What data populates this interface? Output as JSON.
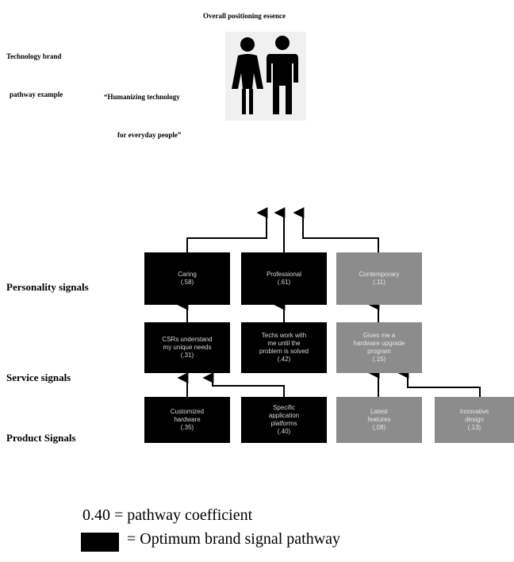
{
  "header": {
    "title": "Overall positioning essence",
    "example_line1": "Technology brand",
    "example_line2": "pathway example",
    "quote_line1": "“Humanizing technology",
    "quote_line2": "for everyday people”",
    "image_icon": "man-woman-icon"
  },
  "row_labels": {
    "personality": "Personality signals",
    "service": "Service signals",
    "product": "Product Signals"
  },
  "personality": [
    {
      "label": "Caring",
      "coef": "(.58)",
      "optimum": true
    },
    {
      "label": "Professional",
      "coef": "(.61)",
      "optimum": true
    },
    {
      "label": "Contemporary",
      "coef": "(.11)",
      "optimum": false
    }
  ],
  "service": [
    {
      "label": "CSRs understand\nmy unique needs",
      "coef": "(.31)",
      "optimum": true
    },
    {
      "label": "Techs work with\nme until the\nproblem is solved",
      "coef": "(.42)",
      "optimum": true
    },
    {
      "label": "Gives me a\nhardware upgrade\nprogram",
      "coef": "(.15)",
      "optimum": false
    }
  ],
  "product": [
    {
      "label": "Customized\nhardware",
      "coef": "(.35)",
      "optimum": true
    },
    {
      "label": "Specific\napplication\nplatforms",
      "coef": "(.40)",
      "optimum": true
    },
    {
      "label": "Latest\nfeatures",
      "coef": "(.08)",
      "optimum": false
    },
    {
      "label": "Innovative\ndesign",
      "coef": "(.13)",
      "optimum": false
    }
  ],
  "legend": {
    "coefficient_text": "0.40 = pathway coefficient",
    "optimum_text": "=  Optimum brand signal pathway"
  },
  "colors": {
    "optimum": "#000000",
    "other": "#8c8c8c"
  }
}
